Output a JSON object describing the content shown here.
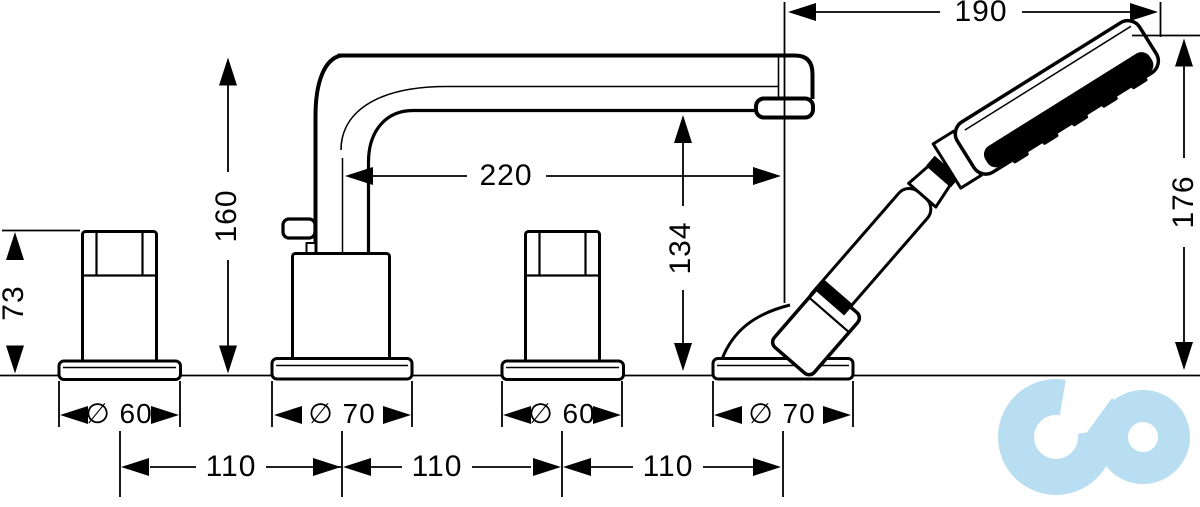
{
  "diagram": {
    "colors": {
      "line": "#000000",
      "background": "#ffffff",
      "logo": "#b9ddf1"
    },
    "dimensions": {
      "overall_width": "190",
      "spout_height": "160",
      "spout_reach": "220",
      "spout_clearance": "134",
      "handshower_height": "176",
      "handle_height": "73"
    },
    "diameters": [
      {
        "symbol": "∅",
        "value": "60"
      },
      {
        "symbol": "∅",
        "value": "70"
      },
      {
        "symbol": "∅",
        "value": "60"
      },
      {
        "symbol": "∅",
        "value": "70"
      }
    ],
    "spacings": [
      "110",
      "110",
      "110"
    ]
  }
}
